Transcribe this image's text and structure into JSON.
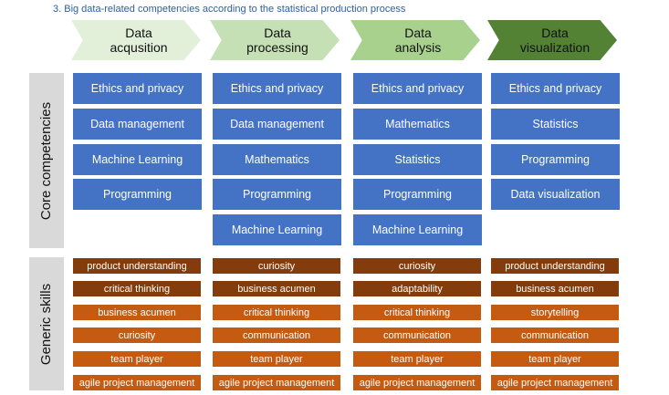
{
  "caption": "3.   Big data-related competencies according to the statistical production process",
  "colors": {
    "stage_fills": [
      "#e2f0d9",
      "#c5e0b4",
      "#a9d18e",
      "#548235"
    ],
    "core_box": "#4472c4",
    "skill_dark": "#843c0c",
    "skill_light": "#c55a11",
    "side_bar": "#d9d9d9"
  },
  "stages": [
    "Data acqusition",
    "Data processing",
    "Data analysis",
    "Data visualization"
  ],
  "core_label": "Core competencies",
  "generic_label": "Generic skills",
  "core_columns": [
    [
      "Ethics and privacy",
      "Data management",
      "Machine Learning",
      "Programming"
    ],
    [
      "Ethics and privacy",
      "Data management",
      "Mathematics",
      "Programming",
      "Machine Learning"
    ],
    [
      "Ethics and privacy",
      "Mathematics",
      "Statistics",
      "Programming",
      "Machine Learning"
    ],
    [
      "Ethics and privacy",
      "Statistics",
      "Programming",
      "Data visualization"
    ]
  ],
  "skill_columns": [
    [
      "product understanding",
      "critical thinking",
      "business acumen",
      "curiosity",
      "team player",
      "agile project management"
    ],
    [
      "curiosity",
      "business acumen",
      "critical thinking",
      "communication",
      "team player",
      "agile project management"
    ],
    [
      "curiosity",
      "adaptability",
      "critical thinking",
      "communication",
      "team player",
      "agile project management"
    ],
    [
      "product understanding",
      "business acumen",
      "storytelling",
      "communication",
      "team player",
      "agile project management"
    ]
  ]
}
